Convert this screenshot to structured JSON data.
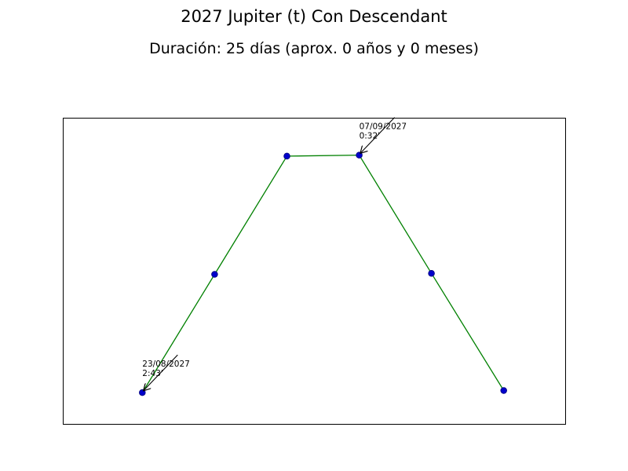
{
  "title": "2027 Jupiter (t) Con Descendant",
  "subtitle": "Duración: 25 días (aprox. 0 años y 0 meses)",
  "chart_data": {
    "type": "line",
    "x": [
      0,
      1,
      2,
      3,
      4,
      5
    ],
    "values": [
      2.72,
      1.55,
      0.38,
      0.37,
      1.54,
      2.7
    ],
    "y_inverted": true,
    "xlim": [
      -1.1,
      5.85
    ],
    "ylim": [
      3.03,
      0.0
    ],
    "line_color": "#008000",
    "marker_fill": "#0000cc",
    "marker_edge": "#000080",
    "axes_visible": false,
    "annotations": [
      {
        "point_index": 0,
        "lines": [
          "23/08/2027",
          "2:43'"
        ]
      },
      {
        "point_index": 3,
        "lines": [
          "07/09/2027",
          "0:32'"
        ]
      }
    ]
  }
}
